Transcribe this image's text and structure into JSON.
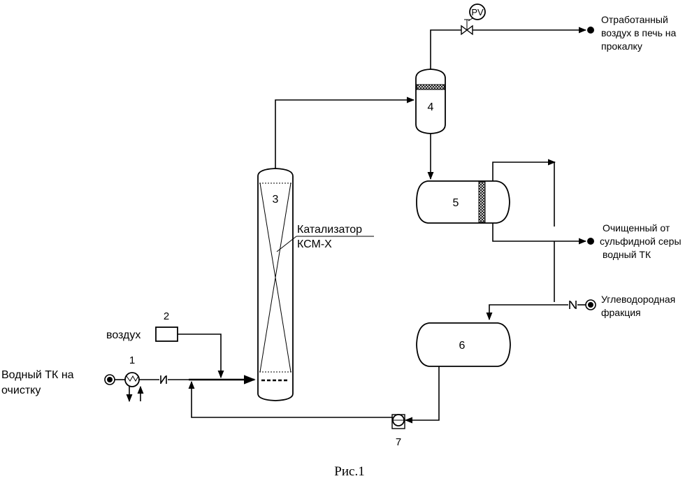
{
  "labels": {
    "feed_in": [
      "Водный ТК на",
      "очистку"
    ],
    "air": "воздух",
    "catalyst": [
      "Катализатор",
      "КСМ-Х"
    ],
    "spent_air": [
      "Отработанный",
      "воздух в печь на",
      "прокалку"
    ],
    "purified": [
      "Очищенный от",
      "сульфидной серы",
      "водный ТК"
    ],
    "hydrocarbon": [
      "Углеводородная",
      "фракция"
    ],
    "pv": "PV"
  },
  "equipment": {
    "heat_exchanger": "1",
    "air_unit": "2",
    "reactor": "3",
    "separator": "4",
    "settler": "5",
    "tank": "6",
    "pump": "7"
  },
  "caption": "Рис.1"
}
